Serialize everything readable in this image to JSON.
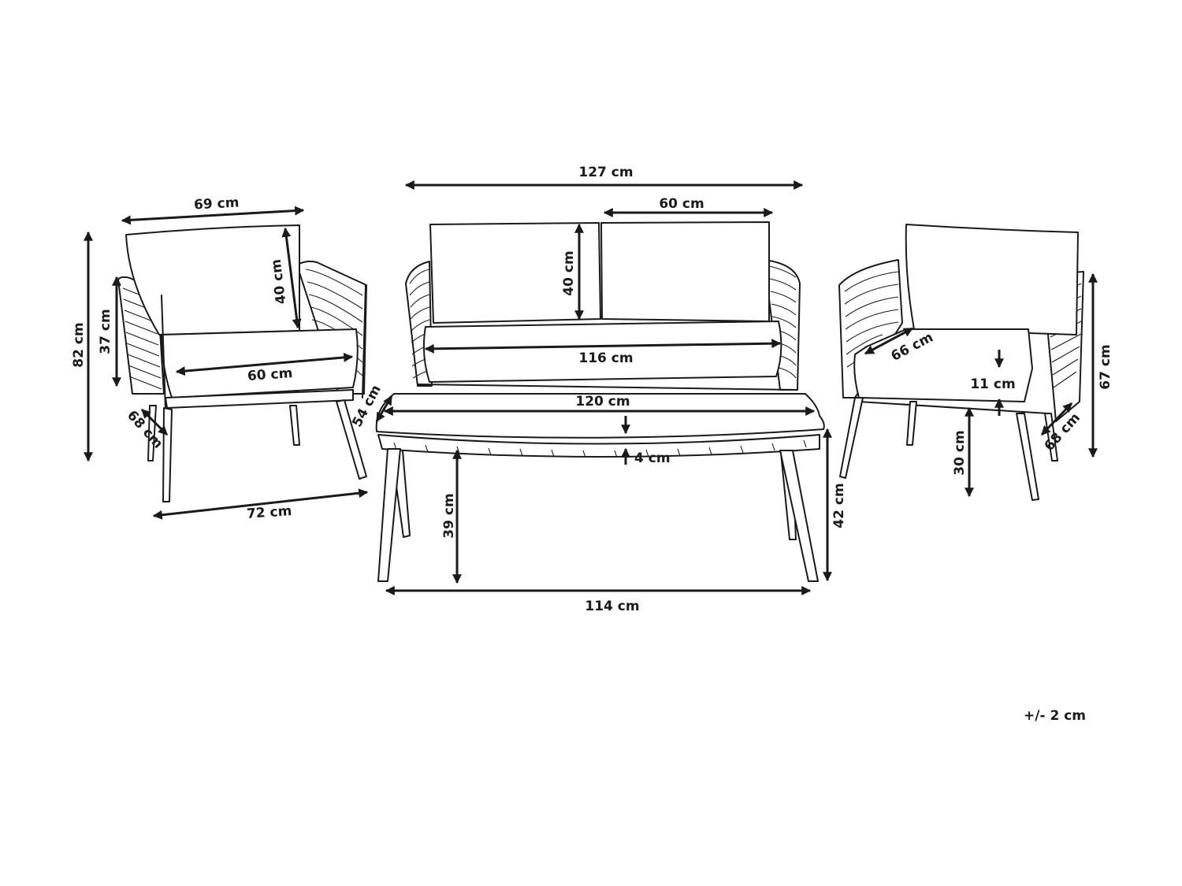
{
  "colors": {
    "ink": "#1a1a1a",
    "background": "#ffffff"
  },
  "tolerance": "+/- 2 cm",
  "dimensions": {
    "sofa_width": "127 cm",
    "sofa_cushion_width": "60 cm",
    "sofa_cushion_height": "40 cm",
    "sofa_seat_width": "116 cm",
    "chair_width_top": "69 cm",
    "chair_height": "82 cm",
    "chair_arm_height": "37 cm",
    "chair_cushion_height": "40 cm",
    "chair_seat_width": "60 cm",
    "chair_depth": "68 cm",
    "chair_width_bottom": "72 cm",
    "table_depth": "54 cm",
    "table_width_top": "120 cm",
    "table_top_thickness": "4 cm",
    "table_inner_height": "39 cm",
    "table_height": "42 cm",
    "table_width_bottom": "114 cm",
    "right_seat_depth": "66 cm",
    "right_seat_cushion": "11 cm",
    "right_seat_height": "30 cm",
    "right_arm_height": "67 cm",
    "right_depth": "68 cm"
  }
}
